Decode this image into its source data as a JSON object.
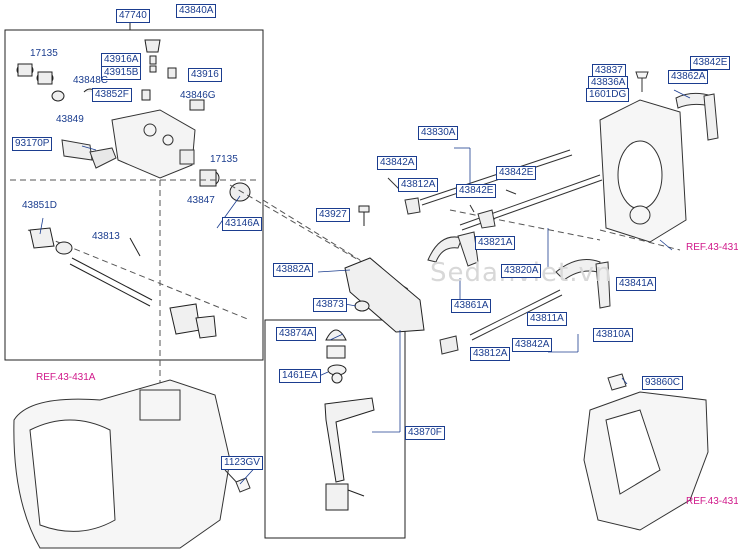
{
  "watermark": "Sedanviet.vn",
  "refs": {
    "ref_case": "REF.43-431A",
    "ref_tl": "REF.43-431",
    "ref_br": "REF.43-431"
  },
  "parts": {
    "p47740": "47740",
    "p43840A": "43840A",
    "p17135a": "17135",
    "p43916A": "43916A",
    "p43915B": "43915B",
    "p43916": "43916",
    "p43848C": "43848C",
    "p43852F": "43852F",
    "p43846G": "43846G",
    "p43849": "43849",
    "p93170P": "93170P",
    "p17135b": "17135",
    "p43847": "43847",
    "p43146A": "43146A",
    "p43851D": "43851D",
    "p43813": "43813",
    "p43927": "43927",
    "p43830A": "43830A",
    "p43842A_a": "43842A",
    "p43812A_a": "43812A",
    "p43842E_a": "43842E",
    "p43842E_b": "43842E",
    "p43821A": "43821A",
    "p43882A": "43882A",
    "p43820A": "43820A",
    "p43861A": "43861A",
    "p43873": "43873",
    "p43841A": "43841A",
    "p43811A": "43811A",
    "p43810A": "43810A",
    "p43842A_b": "43842A",
    "p43812A_b": "43812A",
    "p43874A": "43874A",
    "p1461EA": "1461EA",
    "p43870F": "43870F",
    "p1123GV": "1123GV",
    "p93860C": "93860C",
    "p43837": "43837",
    "p43836A": "43836A",
    "p1601DG": "1601DG",
    "p43842E_c": "43842E",
    "p43862A": "43862A"
  }
}
